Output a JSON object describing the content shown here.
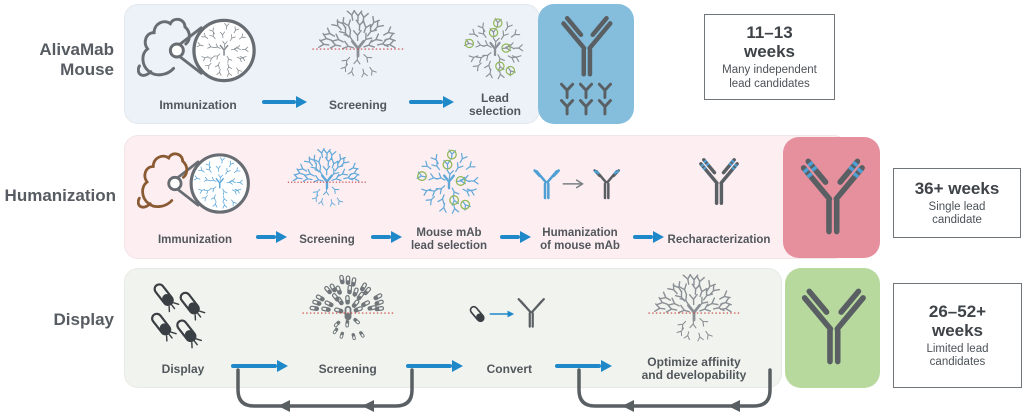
{
  "figure": {
    "rows": [
      {
        "label": "AlivaMab\nMouse",
        "steps": [
          {
            "label": "Immunization",
            "icon": "mouse-magnifier-icon"
          },
          {
            "label": "Screening",
            "icon": "screening-repertoire-icon"
          },
          {
            "label": "Lead\nselection",
            "icon": "lead-selection-icon"
          }
        ],
        "output_icon": "antibody-with-many-candidates-icon",
        "result": {
          "duration": "11–13\nweeks",
          "note": "Many independent\nlead candidates"
        }
      },
      {
        "label": "Humanization",
        "steps": [
          {
            "label": "Immunization",
            "icon": "mouse-magnifier-icon"
          },
          {
            "label": "Screening",
            "icon": "screening-repertoire-icon"
          },
          {
            "label": "Mouse mAb\nlead selection",
            "icon": "lead-selection-icon"
          },
          {
            "label": "Humanization\nof mouse mAb",
            "icon": "humanization-conversion-icon"
          },
          {
            "label": "Recharacterization",
            "icon": "humanized-antibody-icon"
          }
        ],
        "output_icon": "humanized-antibody-icon",
        "result": {
          "duration": "36+ weeks",
          "note": "Single lead\ncandidate"
        }
      },
      {
        "label": "Display",
        "steps": [
          {
            "label": "Display",
            "icon": "phage-display-icon"
          },
          {
            "label": "Screening",
            "icon": "phage-screening-icon"
          },
          {
            "label": "Convert",
            "icon": "phage-to-antibody-icon"
          },
          {
            "label": "Optimize affinity\nand developability",
            "icon": "optimize-screening-icon"
          }
        ],
        "output_icon": "antibody-icon",
        "result": {
          "duration": "26–52+\nweeks",
          "note": "Limited lead\ncandidates"
        }
      }
    ],
    "icons": {
      "mouse_magnifier": "mouse with magnified antibody repertoire",
      "screening": "antibody repertoire burst with red selection threshold line",
      "lead_selection": "antibody repertoire with green-circled leads",
      "humanization_conversion": "mouse antibody converted to humanized antibody",
      "recharacterization": "humanized antibody with blue CDR stripes",
      "phage_display": "phage particles",
      "phage_screening": "phage repertoire burst with red selection threshold line",
      "convert": "phage converted to antibody",
      "flow_arrow": "blue process arrow",
      "iteration_loop": "backward iteration loop arrow"
    },
    "colors": {
      "arrow_blue": "#1e88c9",
      "panel_blue": "#edf2f8",
      "panel_pink": "#fdeef2",
      "panel_green": "#f1f4ee",
      "square_blue": "#85bedd",
      "square_red": "#e6909e",
      "square_green": "#b7d99e",
      "antibody_dark": "#595f63",
      "antibody_blue": "#4f9fd4",
      "repertoire_gray": "#8a9096",
      "repertoire_blue": "#5fa8d8",
      "magnifier_gray": "#676d72",
      "mouse_brown": "#8a5a33",
      "selection_line_red": "#cc4444",
      "lead_ring_green": "#8fb857",
      "phage_gray": "#70767a",
      "phage_dark": "#3a3f44",
      "connector_gray": "#7a8084"
    }
  }
}
